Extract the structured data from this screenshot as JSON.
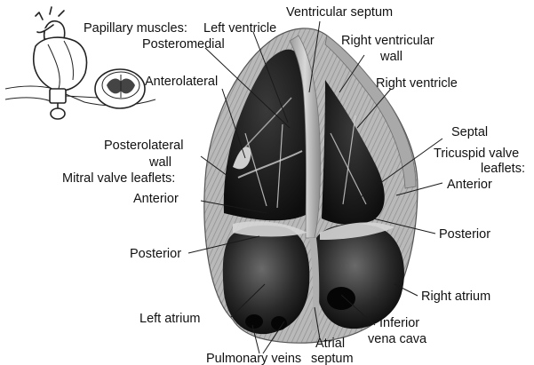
{
  "labels": {
    "papillary_muscles": "Papillary muscles:",
    "left_ventricle": "Left ventricle",
    "ventricular_septum": "Ventricular septum",
    "posteromedial": "Posteromedial",
    "right_ventricular_wall_1": "Right ventricular",
    "right_ventricular_wall_2": "wall",
    "anterolateral": "Anterolateral",
    "right_ventricle": "Right ventricle",
    "posterolateral_wall_1": "Posterolateral",
    "posterolateral_wall_2": "wall",
    "septal": "Septal",
    "mitral_valve_leaflets": "Mitral valve leaflets:",
    "tricuspid_valve_1": "Tricuspid valve",
    "tricuspid_valve_2": "leaflets:",
    "anterior_right": "Anterior",
    "anterior_left": "Anterior",
    "posterior_right": "Posterior",
    "posterior_left": "Posterior",
    "right_atrium": "Right atrium",
    "left_atrium": "Left atrium",
    "inferior_vena_cava_1": "Inferior",
    "inferior_vena_cava_2": "vena cava",
    "atrial_septum_1": "Atrial",
    "atrial_septum_2": "septum",
    "pulmonary_veins": "Pulmonary veins"
  }
}
